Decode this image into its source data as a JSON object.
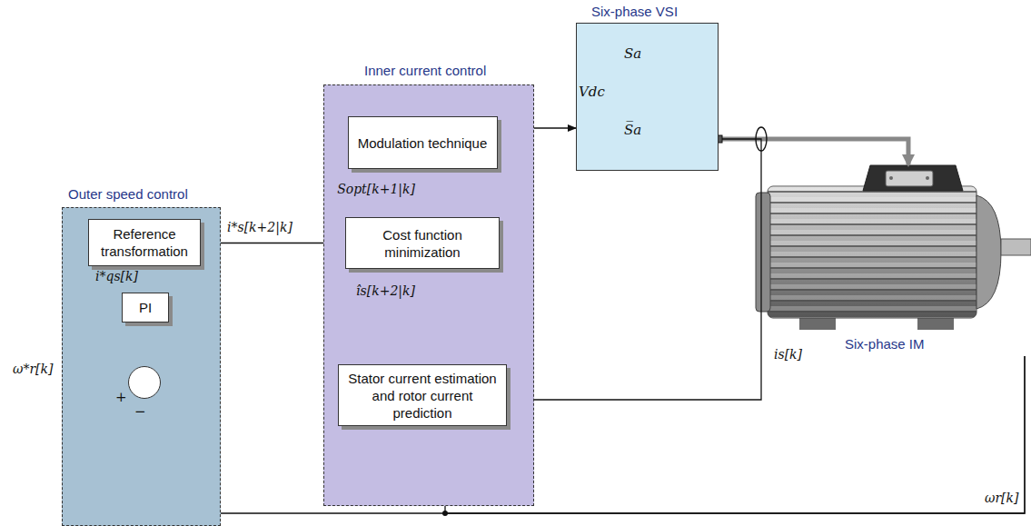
{
  "diagram": {
    "nodes": [
      {
        "text": [
          "Outer speed control"
        ]
      },
      {
        "text": [
          "Reference transformation"
        ],
        "in": 0
      },
      {
        "text": [
          "PI"
        ],
        "in": 0
      },
      {
        "text": [
          "+",
          "−"
        ],
        "in": 0
      },
      {
        "text": [
          "Inner current control"
        ]
      },
      {
        "text": [
          "Modulation technique"
        ],
        "in": 4
      },
      {
        "text": [
          "Cost function minimization"
        ],
        "in": 4
      },
      {
        "text": [
          "Stator current estimation and rotor current prediction"
        ],
        "in": 4
      },
      {
        "text": [
          "Six-phase VSI",
          "Vdc",
          "Sa",
          "S̅a"
        ]
      },
      {
        "text": [
          "Six-phase IM"
        ]
      }
    ],
    "edges": [
      {
        "from": 2,
        "to": 1,
        "arrow": "to",
        "label": "i*qs[k]"
      },
      {
        "from": 3,
        "to": 2,
        "arrow": "to"
      },
      {
        "from": 1,
        "to": 6,
        "arrow": "to",
        "label": "i*s[k+2|k]"
      },
      {
        "from": 7,
        "to": 6,
        "arrow": "to",
        "label": "îs[k+2|k]"
      },
      {
        "from": 6,
        "to": 5,
        "arrow": "to",
        "label": "Sopt[k+1|k]"
      },
      {
        "from": 5,
        "to": 8,
        "arrow": "to"
      },
      {
        "from": 8,
        "to": 9,
        "arrow": "to"
      },
      {
        "from": 8,
        "to": 7,
        "arrow": "to",
        "label": "is[k]"
      },
      {
        "from": 9,
        "to": 3,
        "arrow": "to",
        "label": "ωr[k]"
      },
      {
        "from": 9,
        "to": 7,
        "arrow": "to"
      }
    ],
    "labels": [
      "ω*r[k]"
    ]
  }
}
